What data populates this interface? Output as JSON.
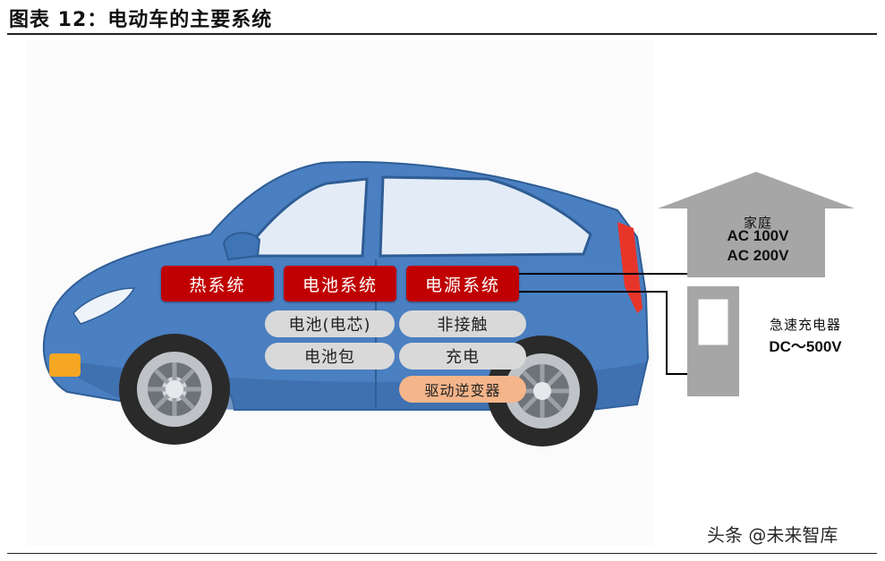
{
  "figure_title": "图表 12：电动车的主要系统",
  "systems": {
    "thermal": "热系统",
    "battery": "电池系统",
    "power": "电源系统"
  },
  "components": {
    "battery_cell": "电池(电芯)",
    "battery_pack": "电池包",
    "contactless": "非接触",
    "charging": "充电",
    "inverter": "驱动逆变器"
  },
  "home_supply": {
    "label": "家庭",
    "line1": "AC 100V",
    "line2": "AC 200V"
  },
  "fast_charger": {
    "label": "急速充电器",
    "spec": "DC～500V"
  },
  "watermark": "头条 @未来智库",
  "colors": {
    "car_body": "#4a7fc1",
    "system_box": "#c00000",
    "pill_gray": "#d9d9d9",
    "pill_orange": "#f5b58a",
    "house_gray": "#a6a6a6"
  }
}
